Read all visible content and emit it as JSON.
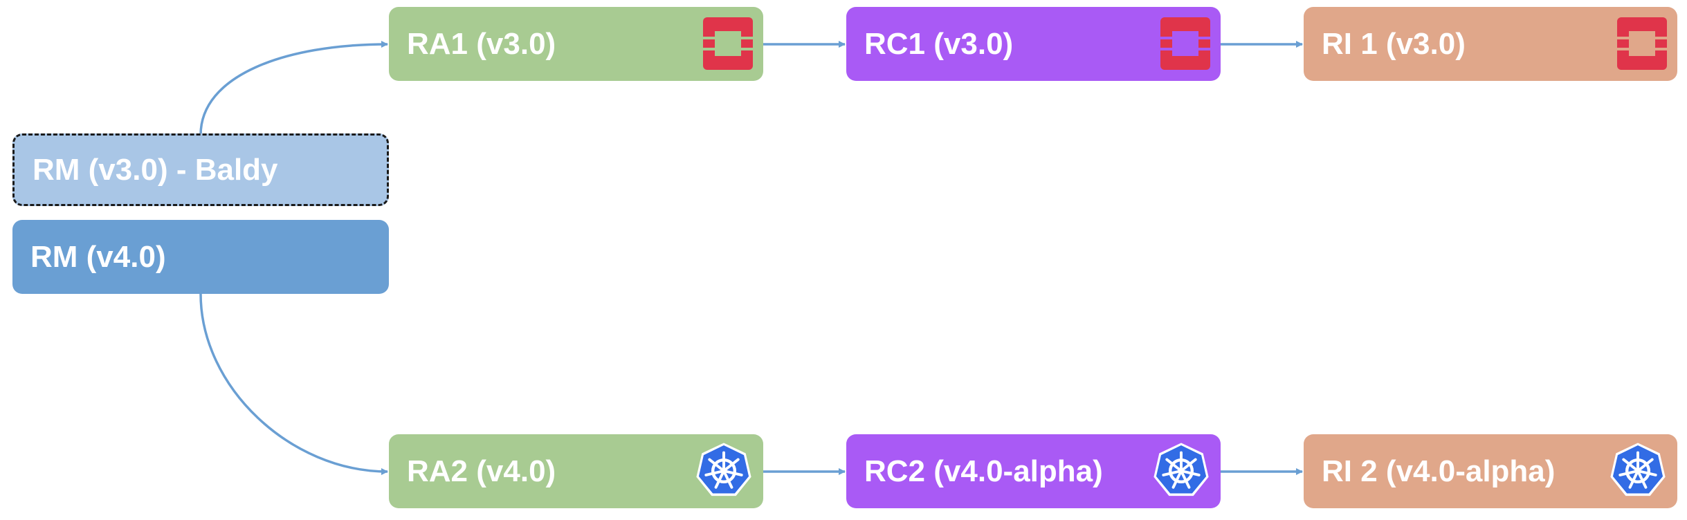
{
  "nodes": {
    "rm_v3": {
      "label": "RM (v3.0) - Baldy",
      "color": "#a9c6e6",
      "dashed": true
    },
    "rm_v4": {
      "label": "RM (v4.0)",
      "color": "#6a9fd3"
    },
    "ra1": {
      "label": "RA1 (v3.0)",
      "color": "#a8cb92",
      "icon": "openstack-icon"
    },
    "rc1": {
      "label": "RC1 (v3.0)",
      "color": "#a95af5",
      "icon": "openstack-icon"
    },
    "ri1": {
      "label": "RI 1 (v3.0)",
      "color": "#e0a78a",
      "icon": "openstack-icon"
    },
    "ra2": {
      "label": "RA2 (v4.0)",
      "color": "#a8cb92",
      "icon": "kubernetes-icon"
    },
    "rc2": {
      "label": "RC2 (v4.0-alpha)",
      "color": "#a95af5",
      "icon": "kubernetes-icon"
    },
    "ri2": {
      "label": "RI 2 (v4.0-alpha)",
      "color": "#e0a78a",
      "icon": "kubernetes-icon"
    }
  },
  "edges": [
    {
      "from": "rm_v3",
      "to": "ra1"
    },
    {
      "from": "ra1",
      "to": "rc1"
    },
    {
      "from": "rc1",
      "to": "ri1"
    },
    {
      "from": "rm_v4",
      "to": "ra2"
    },
    {
      "from": "ra2",
      "to": "rc2"
    },
    {
      "from": "rc2",
      "to": "ri2"
    }
  ],
  "colors": {
    "arrow": "#6a9fd3",
    "openstack": "#e0344a",
    "kubernetes": "#326ce5"
  }
}
